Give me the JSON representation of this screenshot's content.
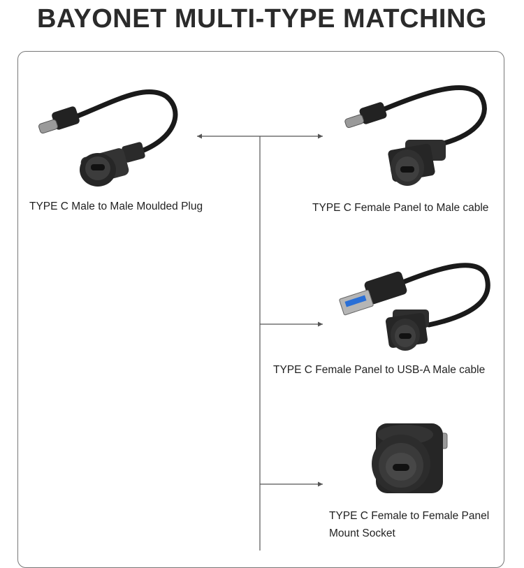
{
  "title": "BAYONET MULTI-TYPE MATCHING",
  "products": {
    "plug": {
      "caption": "TYPE C Male to Male Moulded Plug"
    },
    "female_panel_male": {
      "caption": "TYPE C Female Panel to Male cable"
    },
    "female_panel_usba": {
      "caption": "TYPE C Female Panel to USB-A Male cable"
    },
    "panel_socket": {
      "caption_line1": "TYPE C Female to Female Panel",
      "caption_line2": "Mount Socket"
    }
  },
  "colors": {
    "text": "#222222",
    "line": "#555555",
    "frame": "#777777",
    "usb_blue": "#2a6fd6"
  }
}
